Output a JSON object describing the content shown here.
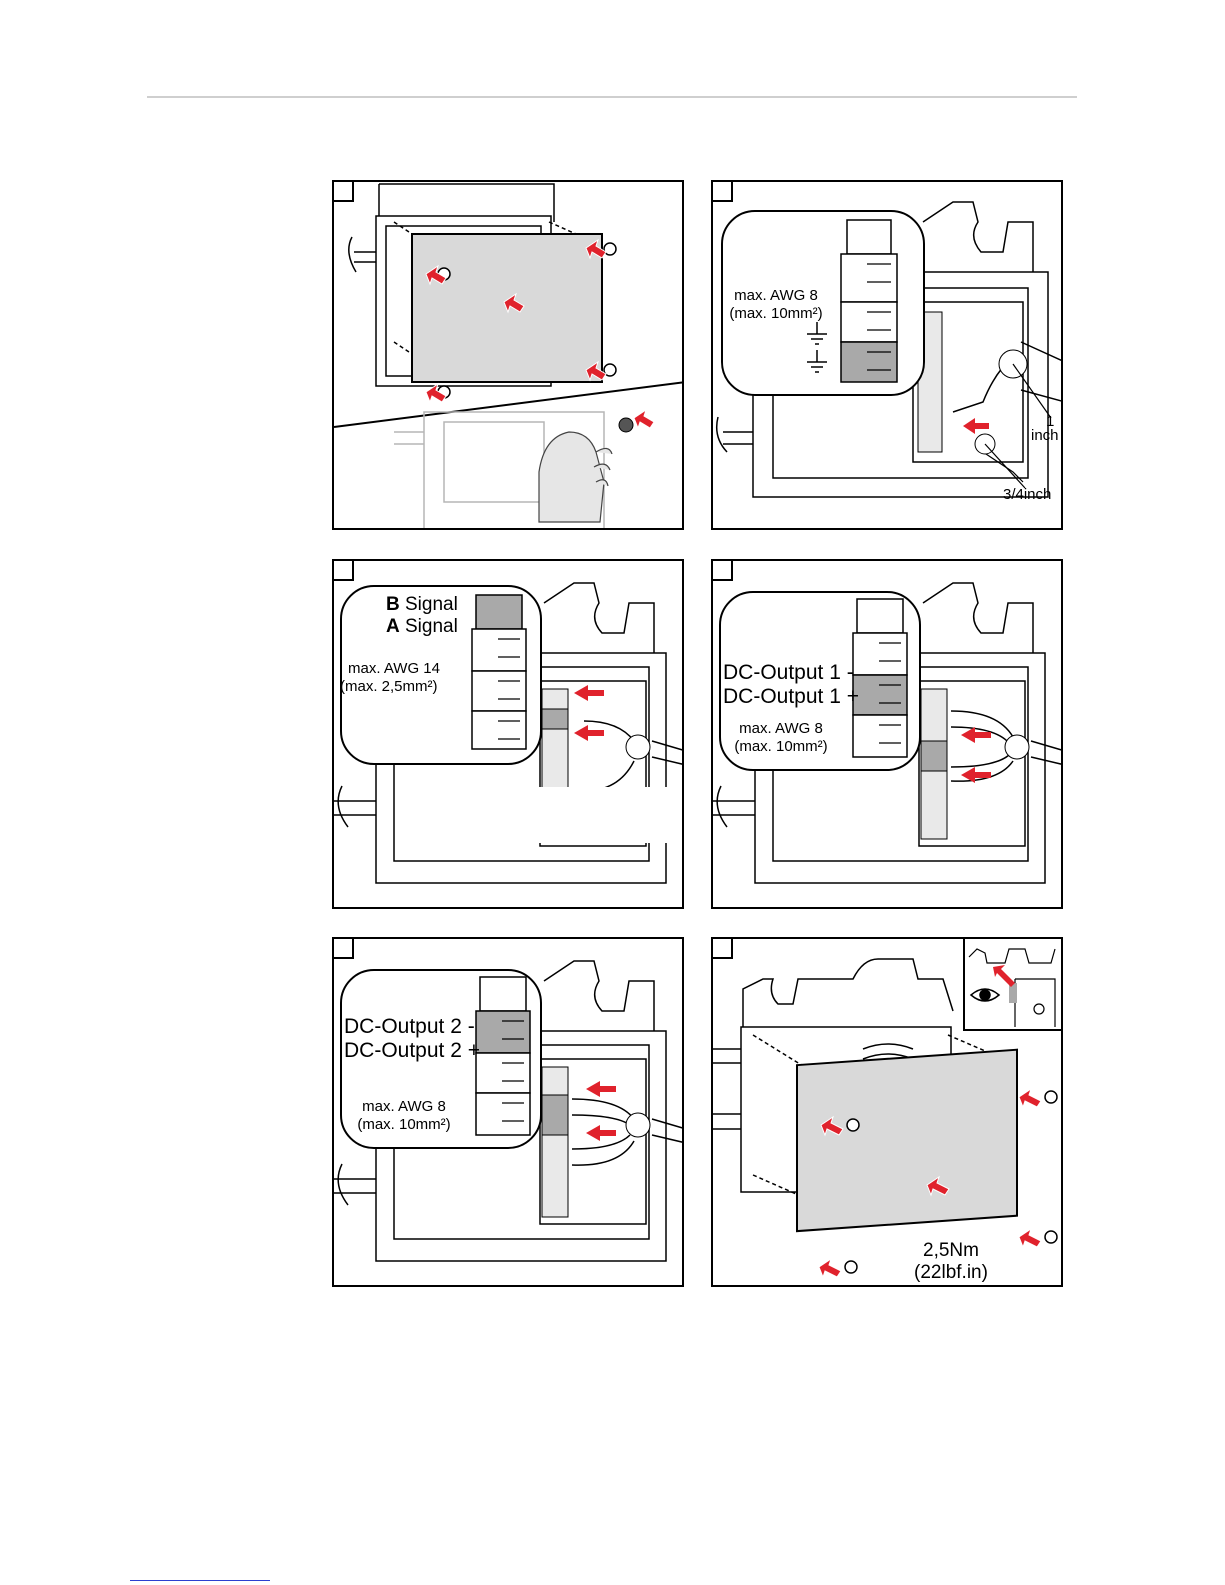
{
  "steps": {
    "step1": {
      "arrows": [
        "1",
        "2",
        "3",
        "4",
        "5",
        "6"
      ]
    },
    "step2": {
      "wire_spec_line1": "max. AWG 8",
      "wire_spec_line2": "(max. 10mm²)",
      "dim_large": "1",
      "dim_large_unit": "inch",
      "dim_small": "3/4inch",
      "arrows": [
        "1"
      ]
    },
    "step3": {
      "signal_b_letter": "B",
      "signal_b_text": " Signal",
      "signal_a_letter": "A",
      "signal_a_text": " Signal",
      "wire_spec_line1": "max. AWG 14",
      "wire_spec_line2": "(max. 2,5mm²)",
      "arrows": [
        "1",
        "2"
      ]
    },
    "step4": {
      "output_minus": "DC-Output 1 -",
      "output_plus": "DC-Output 1 +",
      "wire_spec_line1": "max. AWG 8",
      "wire_spec_line2": "(max. 10mm²)",
      "arrows": [
        "1",
        "2"
      ]
    },
    "step5": {
      "output_minus": "DC-Output 2 -",
      "output_plus": "DC-Output 2 +",
      "wire_spec_line1": "max. AWG 8",
      "wire_spec_line2": "(max. 10mm²)",
      "arrows": [
        "1",
        "2"
      ]
    },
    "step6": {
      "torque_line1": "2,5Nm",
      "torque_line2": "(22lbf.in)",
      "arrows": [
        "1",
        "2",
        "3",
        "4",
        "5"
      ]
    }
  },
  "colors": {
    "arrow_red": "#e0222c",
    "cover_gray": "#d9d9d9",
    "terminal_gray": "#a9a9a9",
    "line": "#000000",
    "rule_gray": "#cfcfcf",
    "link_blue": "#2c3fd0"
  },
  "icons": [
    "ground-icon",
    "eye-icon",
    "screw-icon",
    "red-arrow-icon",
    "hand-icon"
  ]
}
